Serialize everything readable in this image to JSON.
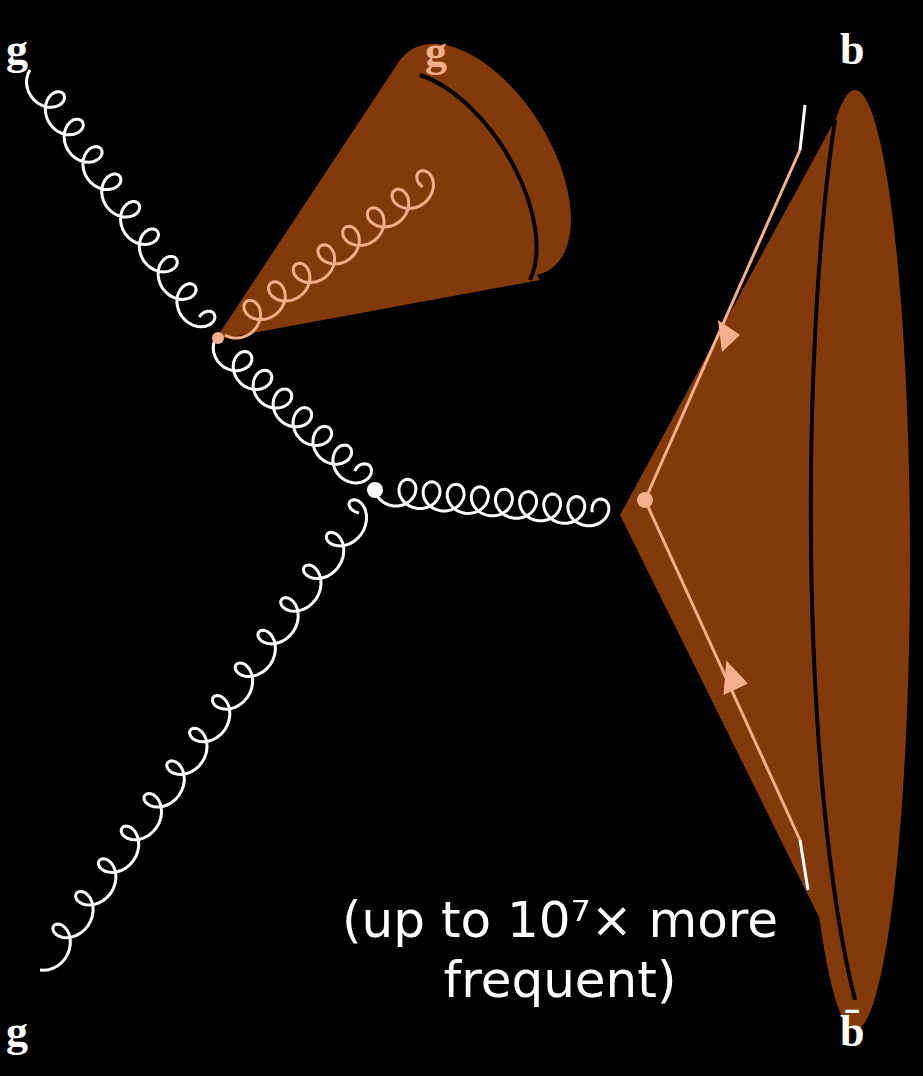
{
  "diagram": {
    "caption": "(up to 10⁷× more frequent)",
    "labels": [
      "g",
      "g",
      "b",
      "g",
      "b̄"
    ]
  }
}
